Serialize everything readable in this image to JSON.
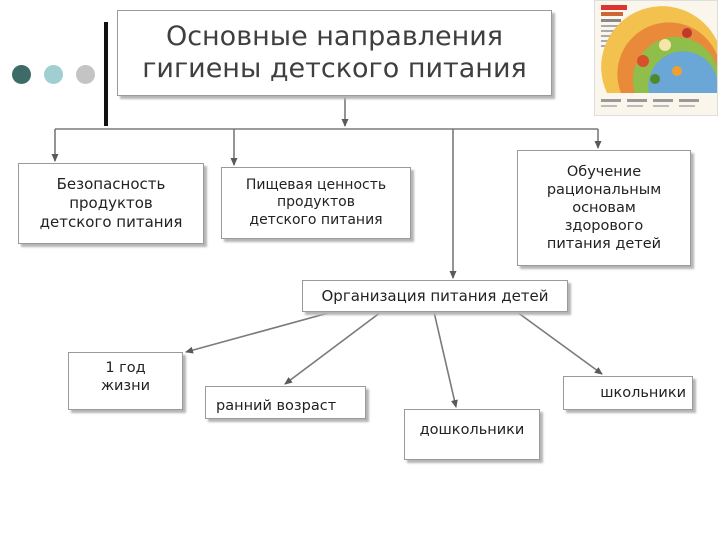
{
  "title": "Основные направления\nгигиены детского питания",
  "decor": {
    "dot_colors": [
      "#3d6b67",
      "#9fcfd0",
      "#c4c4c4"
    ],
    "poster_icon": "food-pyramid-poster-icon"
  },
  "nodes": {
    "safety": "Безопасность\nпродуктов\nдетского питания",
    "nutrition": "Пищевая ценность\nпродуктов\nдетского питания",
    "education": "Обучение\nрациональным\nосновам\nздорового\nпитания детей",
    "organization": "Организация питания детей",
    "first_year": "1 год\nжизни",
    "early_age": "ранний возраст",
    "preschool": "дошкольники",
    "school": "школьники"
  },
  "colors": {
    "line": "#7a7a7a",
    "arrow": "#5a5a5a",
    "box_border": "#9a9a9a",
    "shadow": "#b5b5b5"
  }
}
